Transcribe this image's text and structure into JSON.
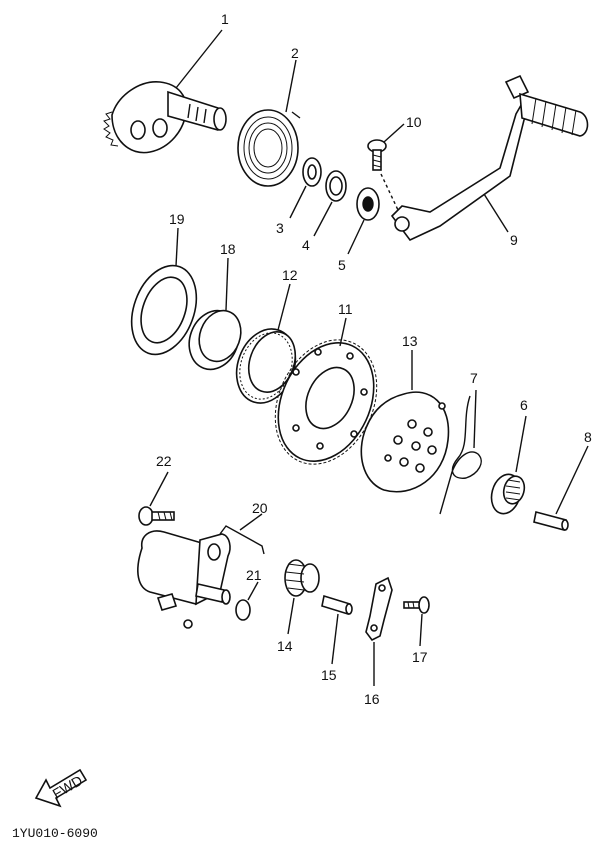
{
  "diagram": {
    "callouts": [
      {
        "id": "1",
        "label": "1",
        "part": "kick-crank-axle"
      },
      {
        "id": "2",
        "label": "2",
        "part": "torsion-spring"
      },
      {
        "id": "3",
        "label": "3",
        "part": "washer"
      },
      {
        "id": "4",
        "label": "4",
        "part": "bearing"
      },
      {
        "id": "5",
        "label": "5",
        "part": "oil-seal"
      },
      {
        "id": "6",
        "label": "6",
        "part": "idler-gear"
      },
      {
        "id": "7",
        "label": "7",
        "part": "circlip"
      },
      {
        "id": "8",
        "label": "8",
        "part": "shaft"
      },
      {
        "id": "9",
        "label": "9",
        "part": "kick-crank-lever"
      },
      {
        "id": "10",
        "label": "10",
        "part": "bolt"
      },
      {
        "id": "11",
        "label": "11",
        "part": "starter-wheel-gear"
      },
      {
        "id": "12",
        "label": "12",
        "part": "one-way-clutch"
      },
      {
        "id": "13",
        "label": "13",
        "part": "clutch-plate"
      },
      {
        "id": "14",
        "label": "14",
        "part": "gear"
      },
      {
        "id": "15",
        "label": "15",
        "part": "shaft"
      },
      {
        "id": "16",
        "label": "16",
        "part": "stopper-lever"
      },
      {
        "id": "17",
        "label": "17",
        "part": "screw"
      },
      {
        "id": "18",
        "label": "18",
        "part": "bearing-ring"
      },
      {
        "id": "19",
        "label": "19",
        "part": "plain-washer"
      },
      {
        "id": "20",
        "label": "20",
        "part": "starter-motor"
      },
      {
        "id": "21",
        "label": "21",
        "part": "o-ring"
      },
      {
        "id": "22",
        "label": "22",
        "part": "bolt"
      }
    ],
    "fwd_label": "FWD",
    "drawing_code": "1YU010-6090"
  }
}
